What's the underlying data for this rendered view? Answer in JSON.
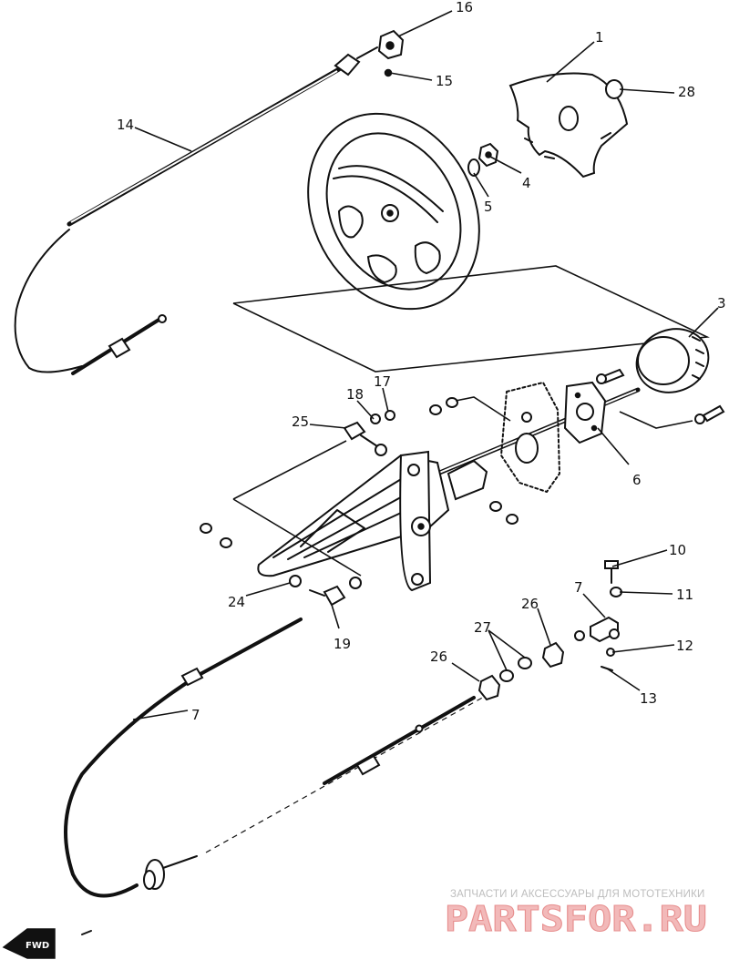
{
  "callouts": {
    "c1": "1",
    "c3": "3",
    "c4": "4",
    "c5": "5",
    "c6": "6",
    "c7a": "7",
    "c7b": "7",
    "c10": "10",
    "c11": "11",
    "c12": "12",
    "c13": "13",
    "c14": "14",
    "c15": "15",
    "c16": "16",
    "c17": "17",
    "c18": "18",
    "c19": "19",
    "c24": "24",
    "c25": "25",
    "c26a": "26",
    "c26b": "26",
    "c27": "27",
    "c28": "28"
  },
  "arrow_label": "FWD",
  "watermark": {
    "tagline": "ЗАПЧАСТИ И АКСЕССУАРЫ ДЛЯ МОТОТЕХНИКИ",
    "logo": "PARTSFOR.RU"
  }
}
